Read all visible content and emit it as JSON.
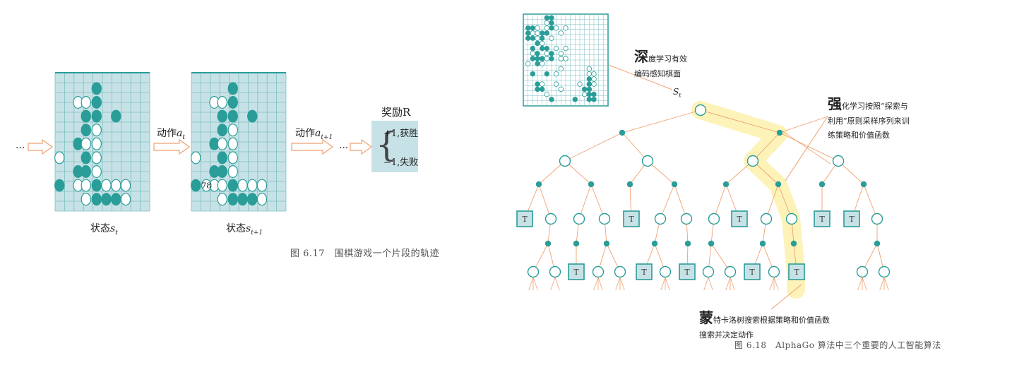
{
  "fig617": {
    "ellipsis_left": "...",
    "ellipsis_mid": "...",
    "action1_prefix": "动作",
    "action1_var": "a",
    "action1_sub": "t",
    "action2_prefix": "动作",
    "action2_var": "a",
    "action2_sub": "t+1",
    "reward_title": "奖励R",
    "reward_win": "+1,获胜",
    "reward_lose": "−1,失败",
    "state1_prefix": "状态",
    "state1_var": "s",
    "state1_sub": "t",
    "state2_prefix": "状态",
    "state2_var": "s",
    "state2_sub": "t+1",
    "move_number": "78",
    "caption": "图 6.17　围棋游戏一个片段的轨迹"
  },
  "fig618": {
    "deep_big": "深",
    "deep_line1": "度学习有效",
    "deep_line2": "编码感知棋面",
    "root_var": "S",
    "root_sub": "t",
    "rl_big": "强",
    "rl_line1": "化学习按照“探索与",
    "rl_line2": "利用”原则采样序列来训",
    "rl_line3": "练策略和价值函数",
    "mc_big": "蒙",
    "mc_line1": "特卡洛树搜索根据策略和价值函数",
    "mc_line2": "搜索并决定动作",
    "terminal_label": "T",
    "caption": "图 6.18　AlphaGo 算法中三个重要的人工智能算法"
  },
  "colors": {
    "teal": "#2a9d98",
    "board_bg": "#c7e2e6",
    "grid": "#7fbfc3",
    "orange": "#f0a070",
    "highlight": "#fdf3b8"
  }
}
